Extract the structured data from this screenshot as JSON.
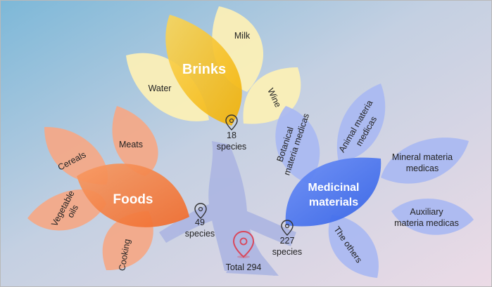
{
  "groups": {
    "drinks": {
      "title": "Brinks",
      "items": [
        "Water",
        "Milk",
        "Wine"
      ],
      "count_value": "18",
      "count_unit": "species",
      "color": "#f5b800"
    },
    "foods": {
      "title": "Foods",
      "items": [
        "Cereals",
        "Meats",
        "Vegetable",
        "oils",
        "Cooking"
      ],
      "count_value": "49",
      "count_unit": "species",
      "color": "#f47a3c"
    },
    "medicinal": {
      "title_line1": "Medicinal",
      "title_line2": "materials",
      "items": [
        {
          "l1": "Botanical",
          "l2": "materia medicas"
        },
        {
          "l1": "Animal materia",
          "l2": "medicas"
        },
        {
          "l1": "Mineral materia",
          "l2": "medicas"
        },
        {
          "l1": "Auxiliary",
          "l2": "materia medicas"
        },
        {
          "l1": "The others",
          "l2": ""
        }
      ],
      "count_value": "227",
      "count_unit": "species",
      "color": "#3f6ef0"
    }
  },
  "total": {
    "label": "Total 294",
    "color": "#d9475b"
  },
  "icons": {
    "pin": "map-pin-icon",
    "total_pin": "location-marker-icon"
  }
}
